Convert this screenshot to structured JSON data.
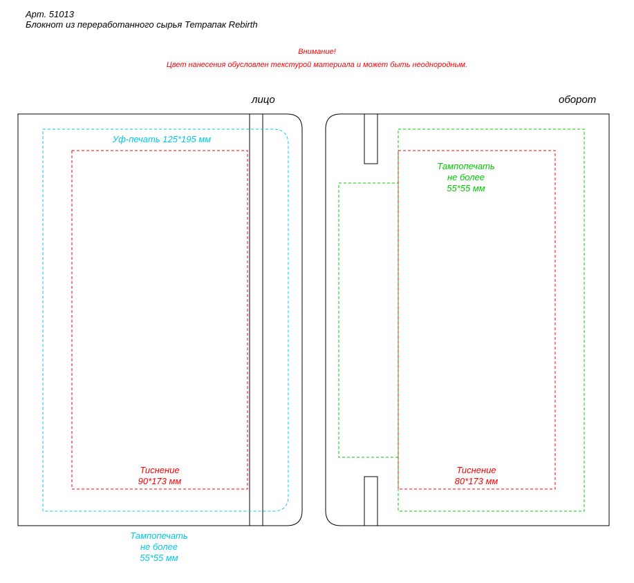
{
  "header": {
    "article": "Арт. 51013",
    "product": "Блокнот из переработанного сырья Тетрапак Rebirth"
  },
  "warning": {
    "title": "Внимание!",
    "text": "Цвет нанесения обусловлен текстурой материала и может быть неоднородным."
  },
  "front": {
    "side_label": "лицо",
    "uv_label": "Уф-печать 125*195 мм",
    "emboss_line1": "Тиснение",
    "emboss_line2": "90*173 мм",
    "pad_line1": "Тампопечать",
    "pad_line2": "не более",
    "pad_line3": "55*55 мм"
  },
  "back": {
    "side_label": "оборот",
    "pad_line1": "Тампопечать",
    "pad_line2": "не более",
    "pad_line3": "55*55 мм",
    "emboss_line1": "Тиснение",
    "emboss_line2": "80*173 мм"
  },
  "colors": {
    "outline": "#000000",
    "emboss": "#ff0000",
    "uv_print": "#00c8e6",
    "pad_print": "#00c800"
  }
}
